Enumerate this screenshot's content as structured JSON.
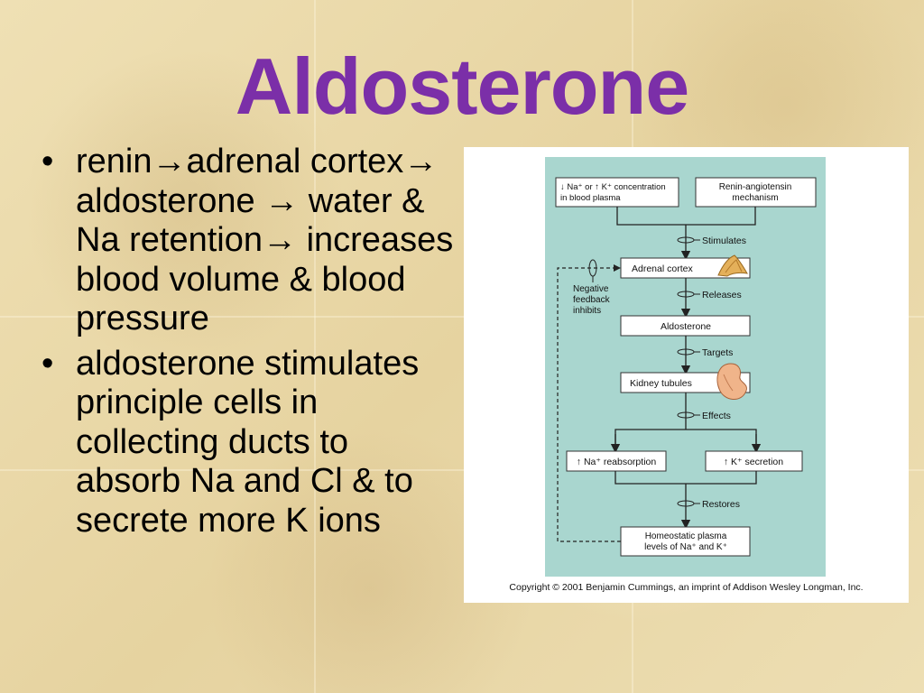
{
  "slide": {
    "title": "Aldosterone",
    "bullets": [
      "renin→adrenal cortex→ aldosterone → water & Na retention→ increases blood volume & blood pressure",
      "aldosterone stimulates principle cells in collecting ducts to absorb Na and Cl & to secrete more K ions"
    ]
  },
  "figure": {
    "boxes": {
      "plasma_line1": "↓ Na⁺ or ↑ K⁺ concentration",
      "plasma_line2": "in blood plasma",
      "renin_line1": "Renin-angiotensin",
      "renin_line2": "mechanism",
      "adrenal": "Adrenal cortex",
      "aldosterone": "Aldosterone",
      "kidney": "Kidney tubules",
      "na": "↑ Na⁺ reabsorption",
      "k": "↑ K⁺ secretion",
      "homeo_line1": "Homeostatic plasma",
      "homeo_line2": "levels of Na⁺ and K⁺"
    },
    "labels": {
      "stimulates": "Stimulates",
      "releases": "Releases",
      "targets": "Targets",
      "effects": "Effects",
      "restores": "Restores",
      "neg1": "Negative",
      "neg2": "feedback",
      "neg3": "inhibits"
    },
    "colors": {
      "panel": "#a9d6cf",
      "title": "#7b2fa8"
    },
    "copyright": "Copyright © 2001 Benjamin Cummings, an imprint of Addison Wesley Longman, Inc."
  }
}
